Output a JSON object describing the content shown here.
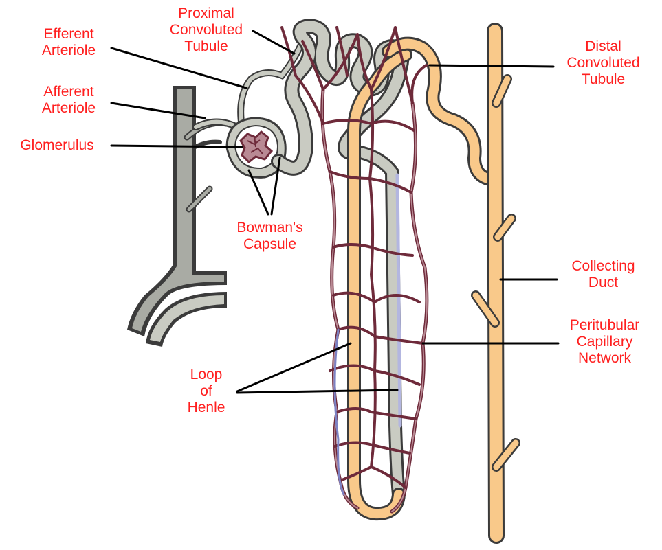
{
  "diagram": {
    "label_color": "#ff1f1f",
    "colors": {
      "tubule_gray": "#c9cbc2",
      "vessel_gray": "#a9aba4",
      "duct_orange": "#f9c98a",
      "capillary": "#6e2a3a",
      "capillary_fill": "#b98a94",
      "descending_blue": "#b3b6e0",
      "outline": "#3b3b3b"
    },
    "labels": {
      "proximal": [
        "Proximal",
        "Convoluted",
        "Tubule"
      ],
      "efferent": [
        "Efferent",
        "Arteriole"
      ],
      "afferent": [
        "Afferent",
        "Arteriole"
      ],
      "glomerulus": [
        "Glomerulus"
      ],
      "bowman": [
        "Bowman's",
        "Capsule"
      ],
      "distal": [
        "Distal",
        "Convoluted",
        "Tubule"
      ],
      "collecting": [
        "Collecting",
        "Duct"
      ],
      "peritubular": [
        "Peritubular",
        "Capillary",
        "Network"
      ],
      "loop": [
        "Loop",
        "of",
        "Henle"
      ]
    }
  }
}
